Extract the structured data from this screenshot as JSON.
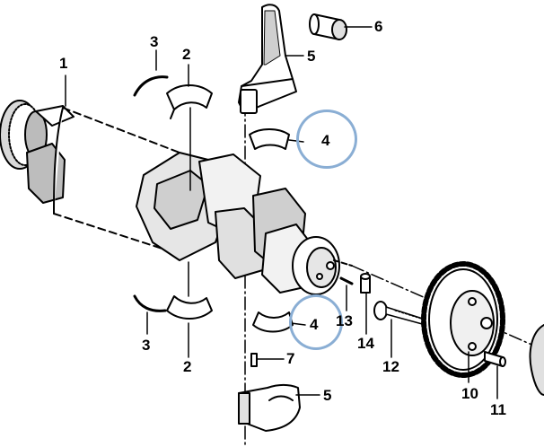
{
  "callouts": [
    {
      "id": "1",
      "label": "1"
    },
    {
      "id": "2a",
      "label": "2"
    },
    {
      "id": "2b",
      "label": "2"
    },
    {
      "id": "3a",
      "label": "3"
    },
    {
      "id": "3b",
      "label": "3"
    },
    {
      "id": "4a",
      "label": "4"
    },
    {
      "id": "4b",
      "label": "4"
    },
    {
      "id": "5a",
      "label": "5"
    },
    {
      "id": "5b",
      "label": "5"
    },
    {
      "id": "6",
      "label": "6"
    },
    {
      "id": "7",
      "label": "7"
    },
    {
      "id": "10",
      "label": "10"
    },
    {
      "id": "11",
      "label": "11"
    },
    {
      "id": "12",
      "label": "12"
    },
    {
      "id": "13",
      "label": "13"
    },
    {
      "id": "14",
      "label": "14"
    }
  ],
  "highlight_color": "#8aaed4",
  "line_color": "#000000"
}
